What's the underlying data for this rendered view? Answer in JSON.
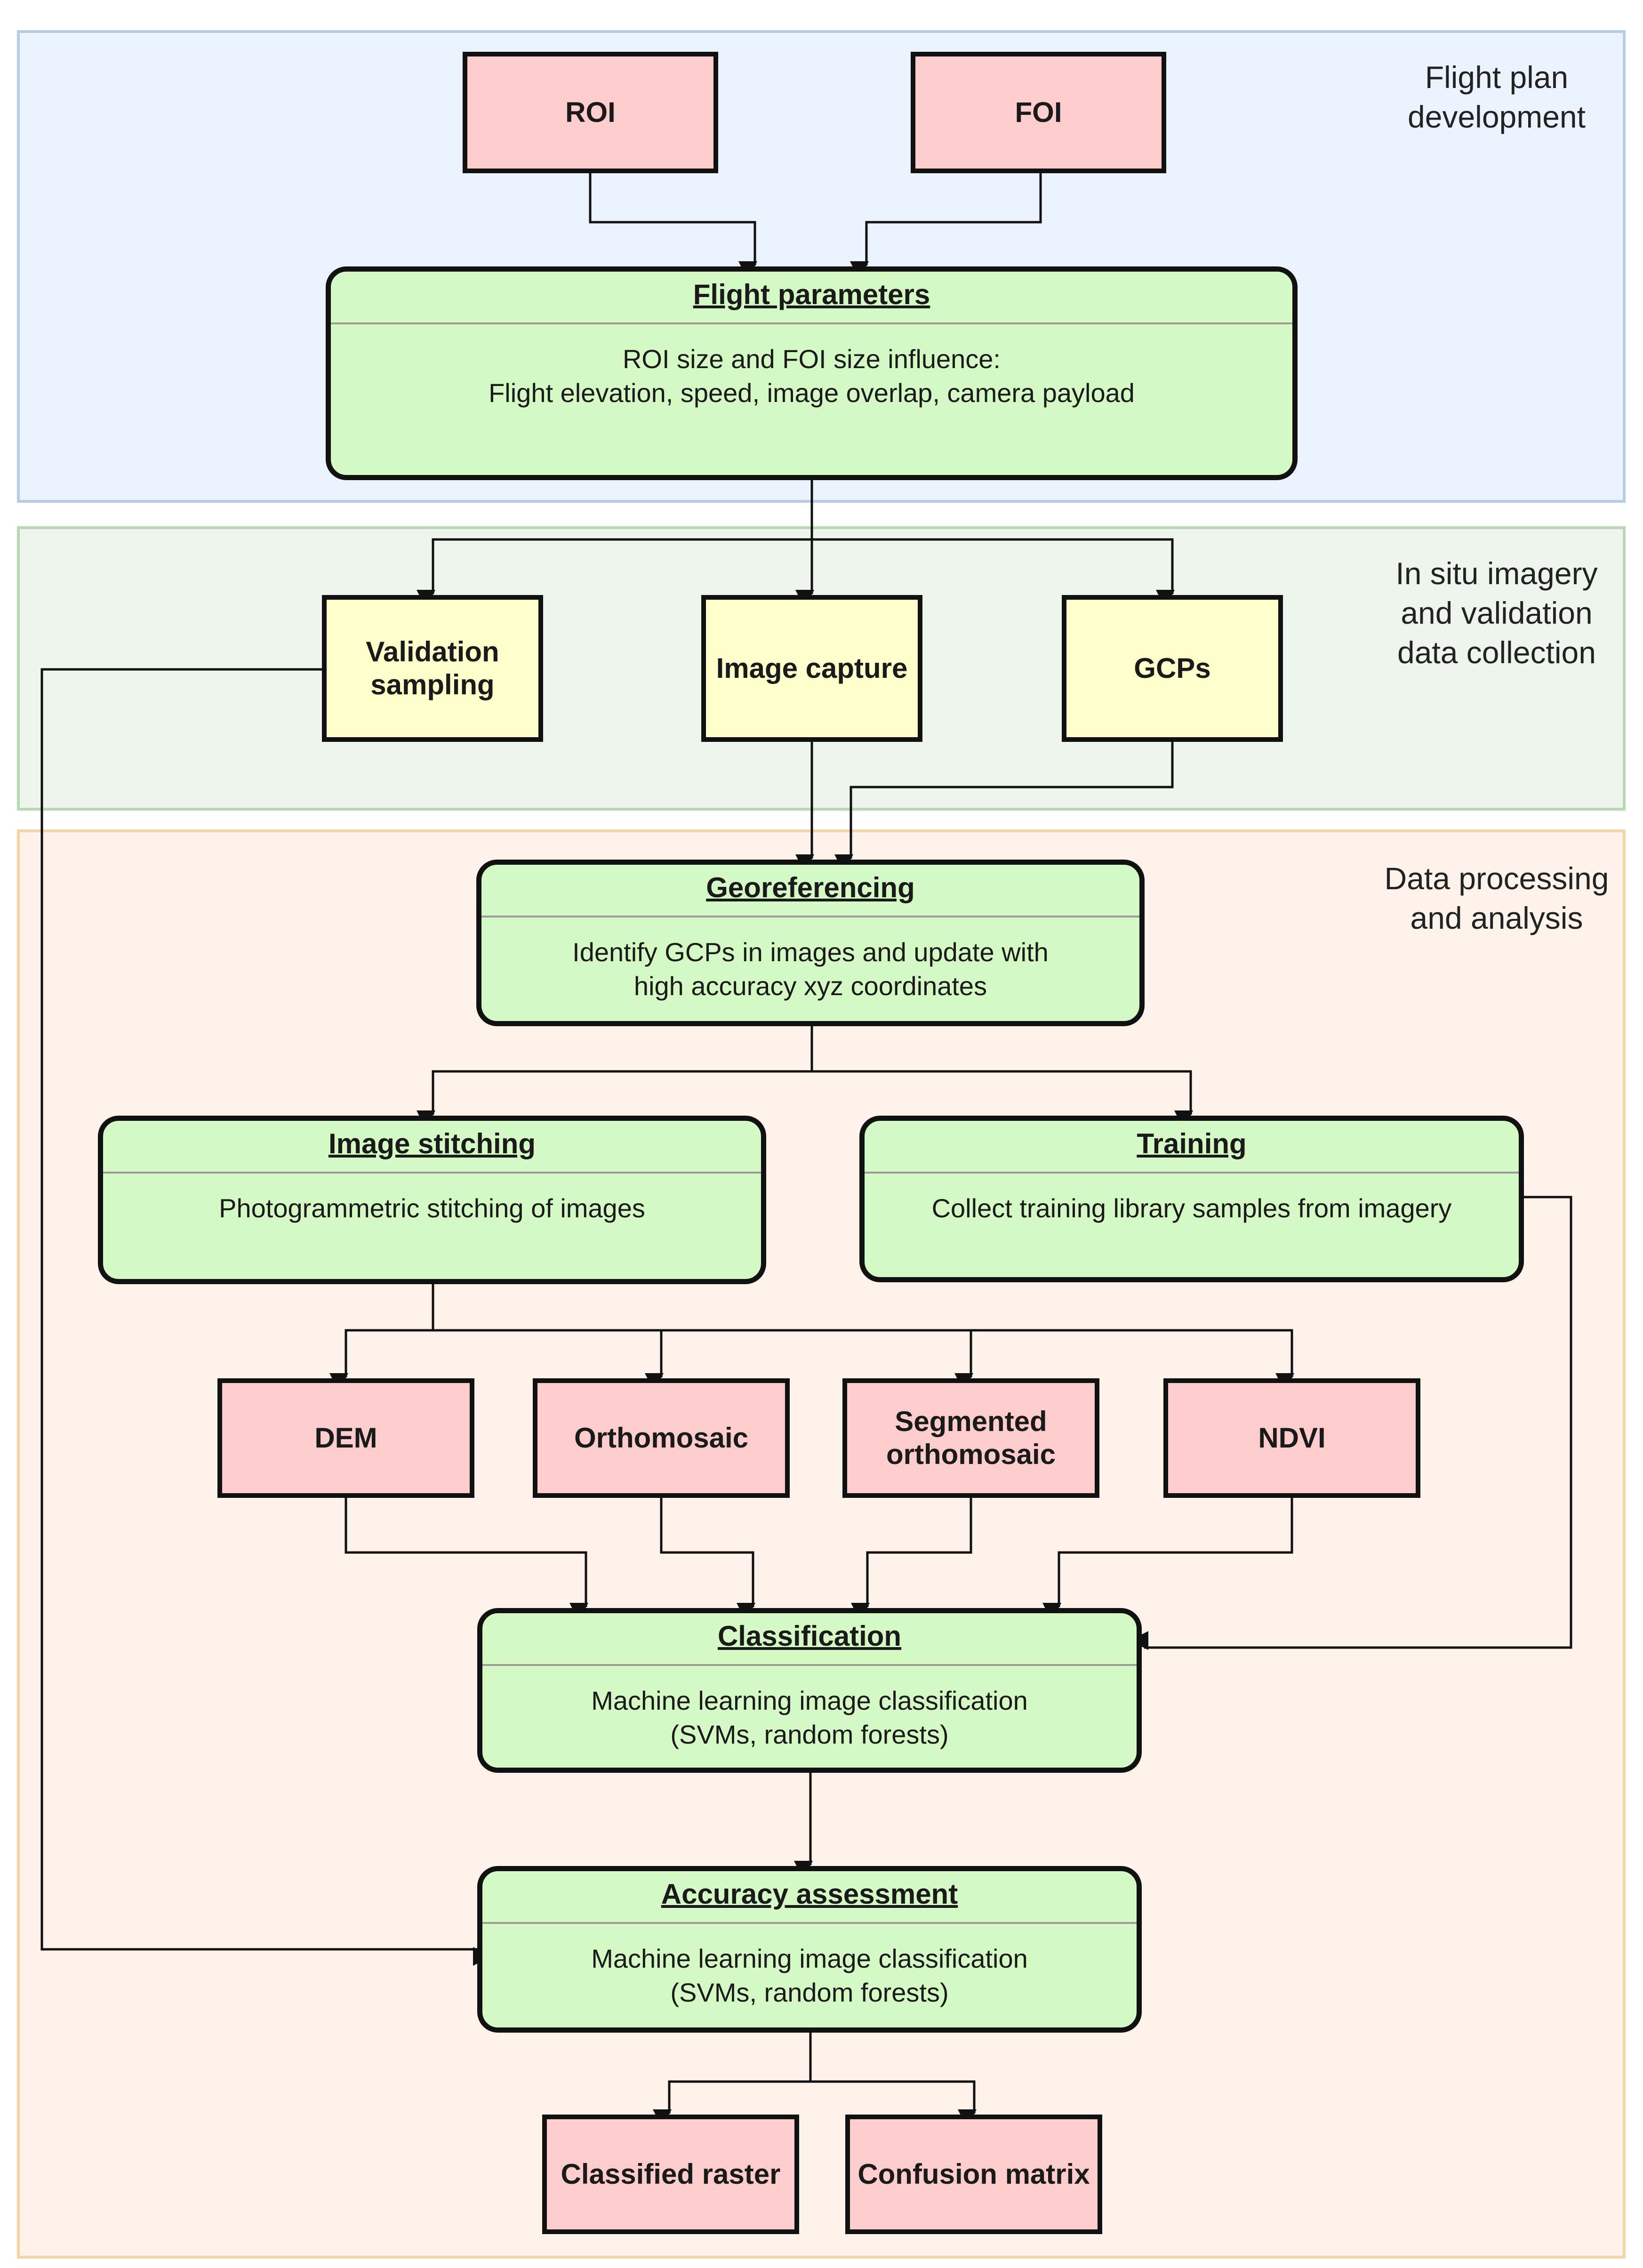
{
  "sections": {
    "flight_plan": {
      "label": "Flight plan\ndevelopment",
      "bg": "#eaf3fe",
      "border": "#b6cde6"
    },
    "in_situ": {
      "label": "In situ imagery\nand validation\ndata collection",
      "bg": "#edf5ec",
      "border": "#b9d9b4"
    },
    "processing": {
      "label": "Data processing\nand analysis",
      "bg": "#fdf3ea",
      "border": "#f4d7a8"
    }
  },
  "nodes": {
    "roi": "ROI",
    "foi": "FOI",
    "flight_parameters": {
      "title": "Flight parameters",
      "body": "ROI size and FOI size influence:\nFlight elevation, speed, image overlap, camera payload"
    },
    "validation_sampling": "Validation\nsampling",
    "image_capture": "Image capture",
    "gcps": "GCPs",
    "georeferencing": {
      "title": "Georeferencing",
      "body": "Identify GCPs in images and update with\nhigh accuracy xyz coordinates"
    },
    "image_stitching": {
      "title": "Image stitching",
      "body": "Photogrammetric stitching of images"
    },
    "training": {
      "title": "Training",
      "body": "Collect training library samples from imagery"
    },
    "dem": "DEM",
    "orthomosaic": "Orthomosaic",
    "segmented_orthomosaic": "Segmented\northomosaic",
    "ndvi": "NDVI",
    "classification": {
      "title": "Classification",
      "body": "Machine learning image classification\n(SVMs, random forests)"
    },
    "accuracy_assessment": {
      "title": "Accuracy assessment",
      "body": "Machine learning image classification\n(SVMs, random forests)"
    },
    "classified_raster": "Classified raster",
    "confusion_matrix": "Confusion matrix"
  },
  "colors": {
    "data_box": "#fdcdcd",
    "collection_box": "#ffffcc",
    "process_box": "#d5f9c4",
    "connector": "#111111"
  }
}
